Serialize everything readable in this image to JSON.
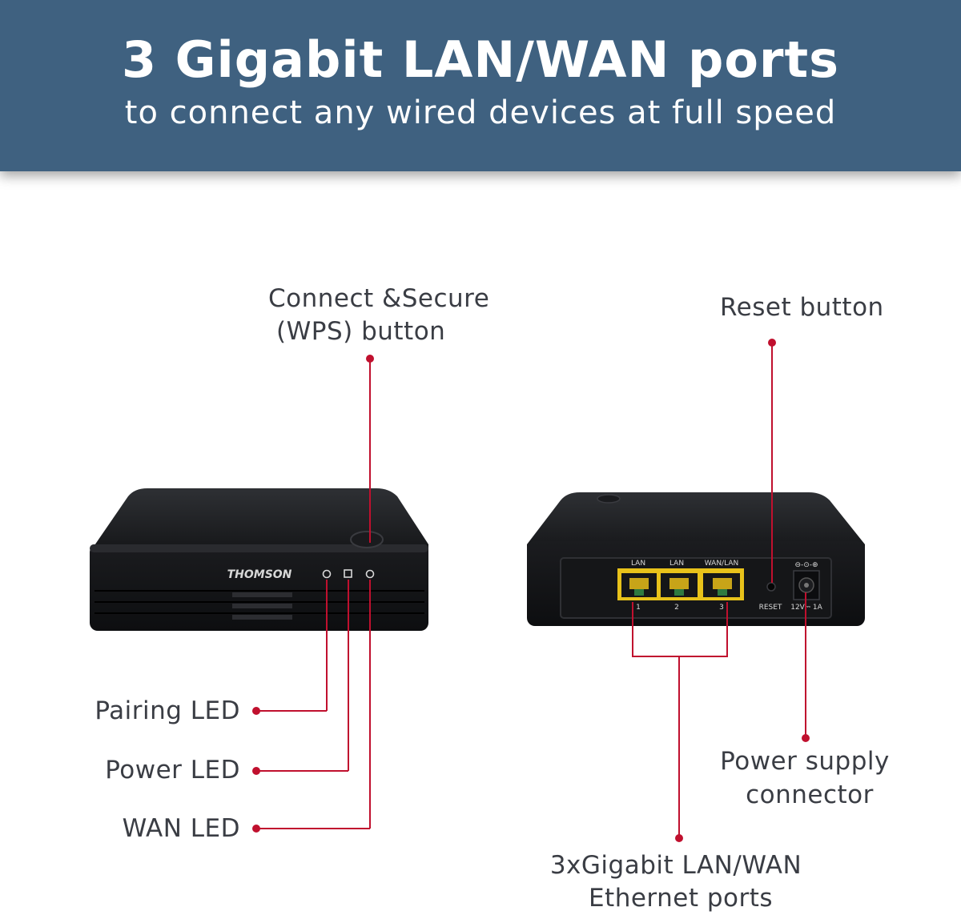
{
  "banner": {
    "title": "3 Gigabit LAN/WAN ports",
    "subtitle": "to connect any wired devices at full speed",
    "color": "#3f6180"
  },
  "labels": {
    "wps_line1": "Connect &Secure",
    "wps_line2": "(WPS) button",
    "reset": "Reset button",
    "pairing_led": "Pairing LED",
    "power_led": "Power LED",
    "wan_led": "WAN LED",
    "power_supply_line1": "Power supply",
    "power_supply_line2": "connector",
    "ethernet_line1": "3xGigabit LAN/WAN",
    "ethernet_line2": "Ethernet ports"
  },
  "device": {
    "brand": "THOMSON",
    "port_labels": [
      "LAN",
      "LAN",
      "WAN/LAN"
    ],
    "port_numbers": [
      "1",
      "2",
      "3"
    ],
    "reset_text": "RESET",
    "power_text": "12V⎓ 1A",
    "body_color": "#1e1f22",
    "port_color": "#e8c21a"
  },
  "colors": {
    "callout": "#c0102e"
  }
}
